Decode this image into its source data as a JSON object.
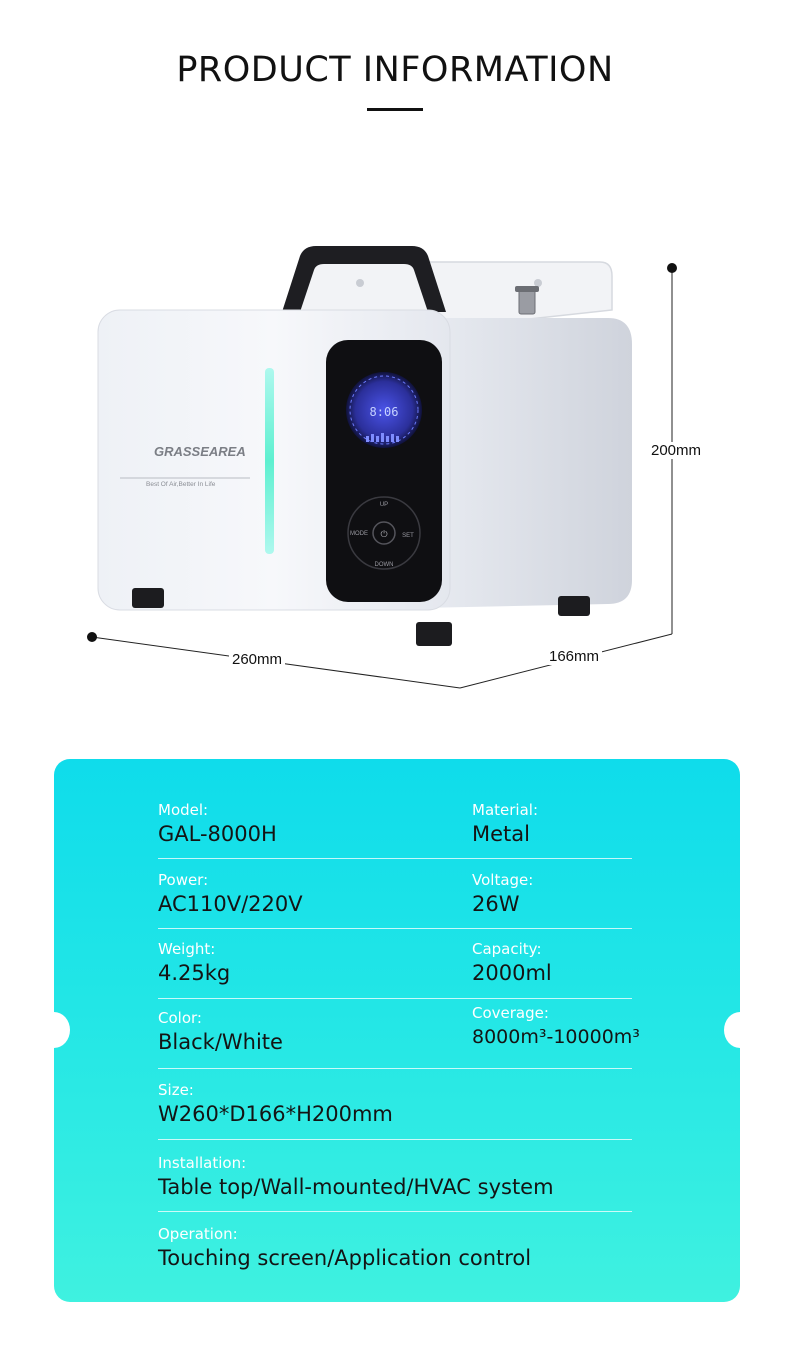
{
  "header": {
    "title": "PRODUCT INFORMATION"
  },
  "product": {
    "brand_logo": "GRASSEAREA",
    "slogan": "Best Of Air,Better In Life",
    "panel": {
      "time": "8:06",
      "btn_up": "UP",
      "btn_down": "DOWN",
      "btn_mode": "MODE",
      "btn_set": "SET"
    },
    "dimensions": {
      "height": "200mm",
      "width": "260mm",
      "depth": "166mm"
    }
  },
  "specs": {
    "model": {
      "label": "Model:",
      "value": "GAL-8000H"
    },
    "material": {
      "label": "Material:",
      "value": "Metal"
    },
    "power": {
      "label": "Power:",
      "value": "AC110V/220V"
    },
    "voltage": {
      "label": "Voltage:",
      "value": "26W"
    },
    "weight": {
      "label": "Weight:",
      "value": "4.25kg"
    },
    "capacity": {
      "label": "Capacity:",
      "value": "2000ml"
    },
    "color": {
      "label": "Color:",
      "value": "Black/White"
    },
    "coverage": {
      "label": "Coverage:",
      "value": "8000m³-10000m³"
    },
    "size": {
      "label": "Size:",
      "value": "W260*D166*H200mm"
    },
    "installation": {
      "label": "Installation:",
      "value": "Table top/Wall-mounted/HVAC system"
    },
    "operation": {
      "label": "Operation:",
      "value": "Touching screen/Application control"
    }
  },
  "colors": {
    "card_top": "#0fdceb",
    "card_bottom": "#3ff1e0",
    "glow": "#5ef0d0"
  }
}
